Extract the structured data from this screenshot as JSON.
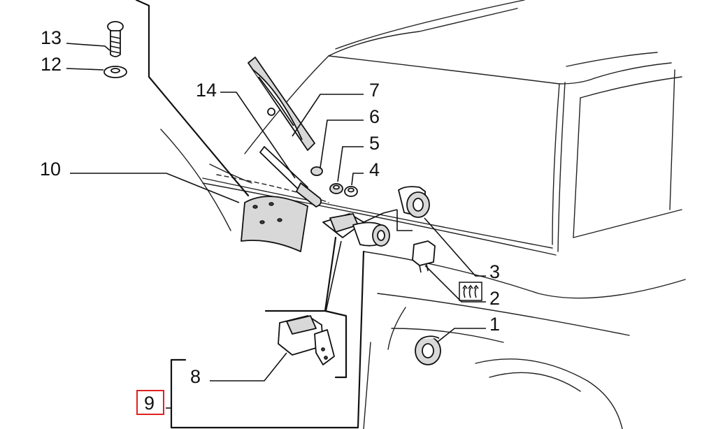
{
  "callouts": [
    {
      "id": "13",
      "label": "13"
    },
    {
      "id": "12",
      "label": "12"
    },
    {
      "id": "14",
      "label": "14"
    },
    {
      "id": "7",
      "label": "7"
    },
    {
      "id": "6",
      "label": "6"
    },
    {
      "id": "5",
      "label": "5"
    },
    {
      "id": "4",
      "label": "4"
    },
    {
      "id": "10",
      "label": "10"
    },
    {
      "id": "3",
      "label": "3"
    },
    {
      "id": "2",
      "label": "2"
    },
    {
      "id": "1",
      "label": "1"
    },
    {
      "id": "8",
      "label": "8"
    },
    {
      "id": "9",
      "label": "9"
    }
  ],
  "highlight_color": "#e02020"
}
